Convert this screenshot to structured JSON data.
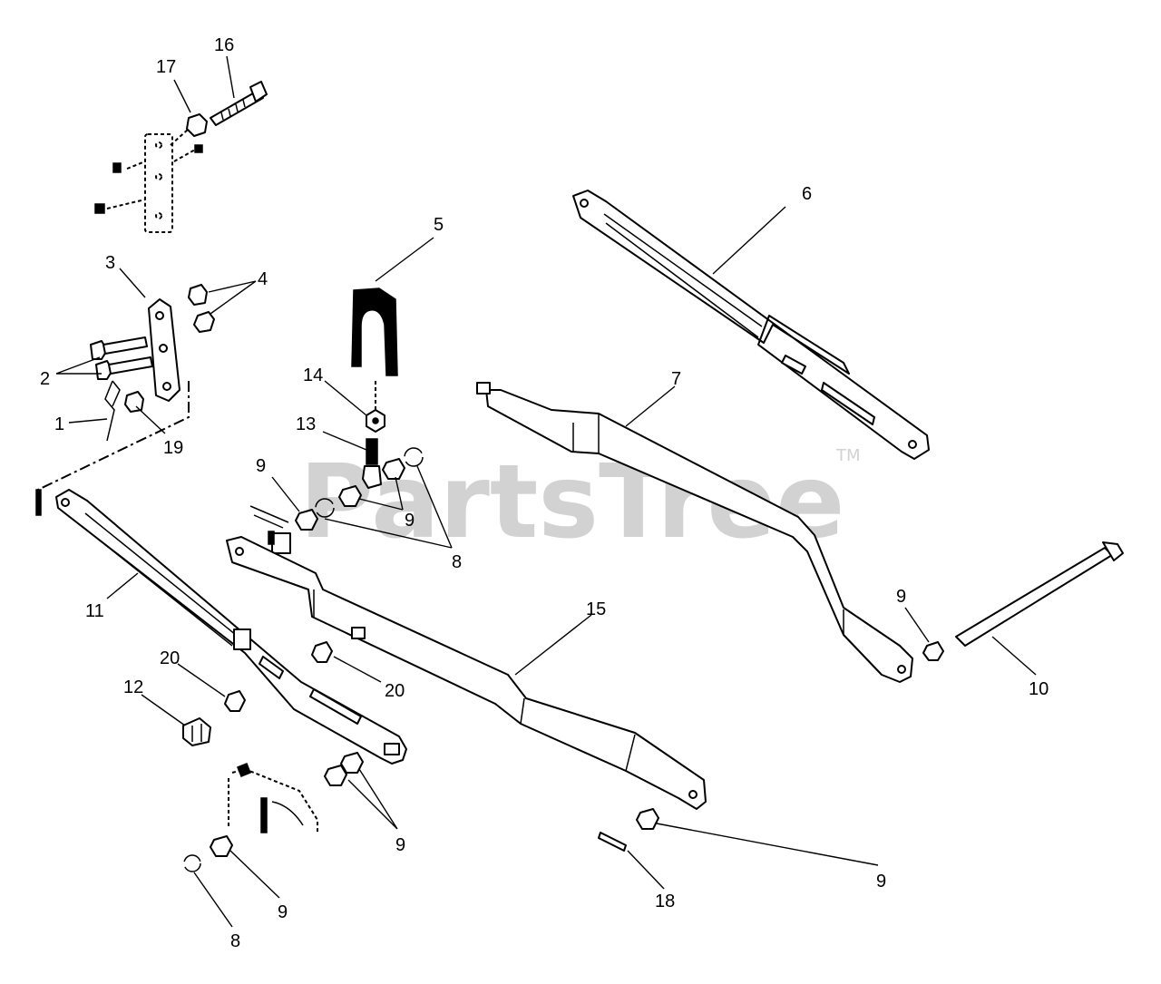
{
  "watermark": {
    "text": "PartsTree",
    "trademark": "TM",
    "color": "#d2d2d2"
  },
  "callouts": [
    {
      "id": "c16",
      "label": "16"
    },
    {
      "id": "c17",
      "label": "17"
    },
    {
      "id": "c3",
      "label": "3"
    },
    {
      "id": "c4",
      "label": "4"
    },
    {
      "id": "c2",
      "label": "2"
    },
    {
      "id": "c1",
      "label": "1"
    },
    {
      "id": "c19",
      "label": "19"
    },
    {
      "id": "c5",
      "label": "5"
    },
    {
      "id": "c14",
      "label": "14"
    },
    {
      "id": "c13",
      "label": "13"
    },
    {
      "id": "c9a",
      "label": "9"
    },
    {
      "id": "c9b",
      "label": "9"
    },
    {
      "id": "c8a",
      "label": "8"
    },
    {
      "id": "c6",
      "label": "6"
    },
    {
      "id": "c7",
      "label": "7"
    },
    {
      "id": "c11",
      "label": "11"
    },
    {
      "id": "c15",
      "label": "15"
    },
    {
      "id": "c20a",
      "label": "20"
    },
    {
      "id": "c12",
      "label": "12"
    },
    {
      "id": "c20b",
      "label": "20"
    },
    {
      "id": "c9c",
      "label": "9"
    },
    {
      "id": "c10",
      "label": "10"
    },
    {
      "id": "c9d",
      "label": "9"
    },
    {
      "id": "c9e",
      "label": "9"
    },
    {
      "id": "c8b",
      "label": "8"
    },
    {
      "id": "c9f",
      "label": "9"
    },
    {
      "id": "c18",
      "label": "18"
    }
  ]
}
